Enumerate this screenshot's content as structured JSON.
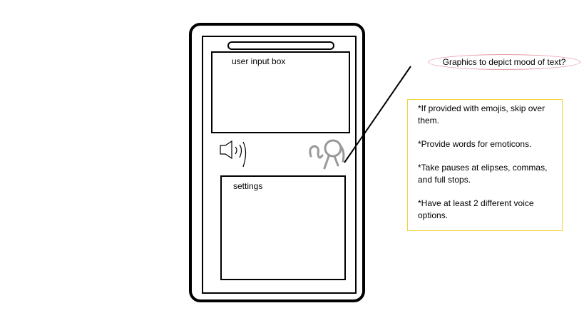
{
  "phone": {
    "input_box_label": "user input box",
    "settings_label": "settings",
    "icons": [
      "speaker-icon",
      "character-icon"
    ]
  },
  "callout": {
    "text": "Graphics to depict mood of text?"
  },
  "notes": [
    "*If provided with emojis, skip over them.",
    "*Provide words for emoticons.",
    "*Take pauses at elipses, commas, and full stops.",
    "*Have at least 2 different voice options."
  ],
  "colors": {
    "callout_border": "#e59aa6",
    "notes_border": "#f2d338",
    "sketch_gray": "#999999"
  }
}
